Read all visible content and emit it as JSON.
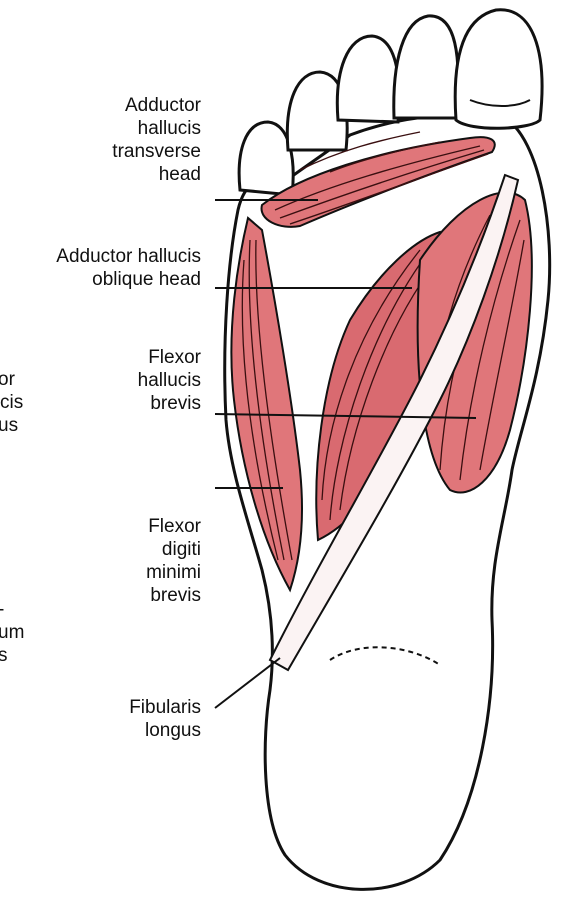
{
  "labels": {
    "adductor_transverse": [
      "Adductor",
      "hallucis",
      "transverse",
      "head"
    ],
    "adductor_oblique": [
      "Adductor hallucis",
      "oblique head"
    ],
    "flexor_hallucis_brevis": [
      "Flexor",
      "hallucis",
      "brevis"
    ],
    "flexor_digiti_minimi_brevis": [
      "Flexor",
      "digiti",
      "minimi",
      "brevis"
    ],
    "fibularis_longus": [
      "Fibularis",
      "longus"
    ],
    "flexor_hallucis_longus_partial": [
      "or",
      "cis",
      "us"
    ],
    "flexor_digitorum_longus_partial": [
      "-",
      "um",
      "s"
    ]
  },
  "colors": {
    "muscle": "#e0767a",
    "muscle_light": "#f2a5a5",
    "outline": "#111111",
    "leader_line": "#111111"
  }
}
